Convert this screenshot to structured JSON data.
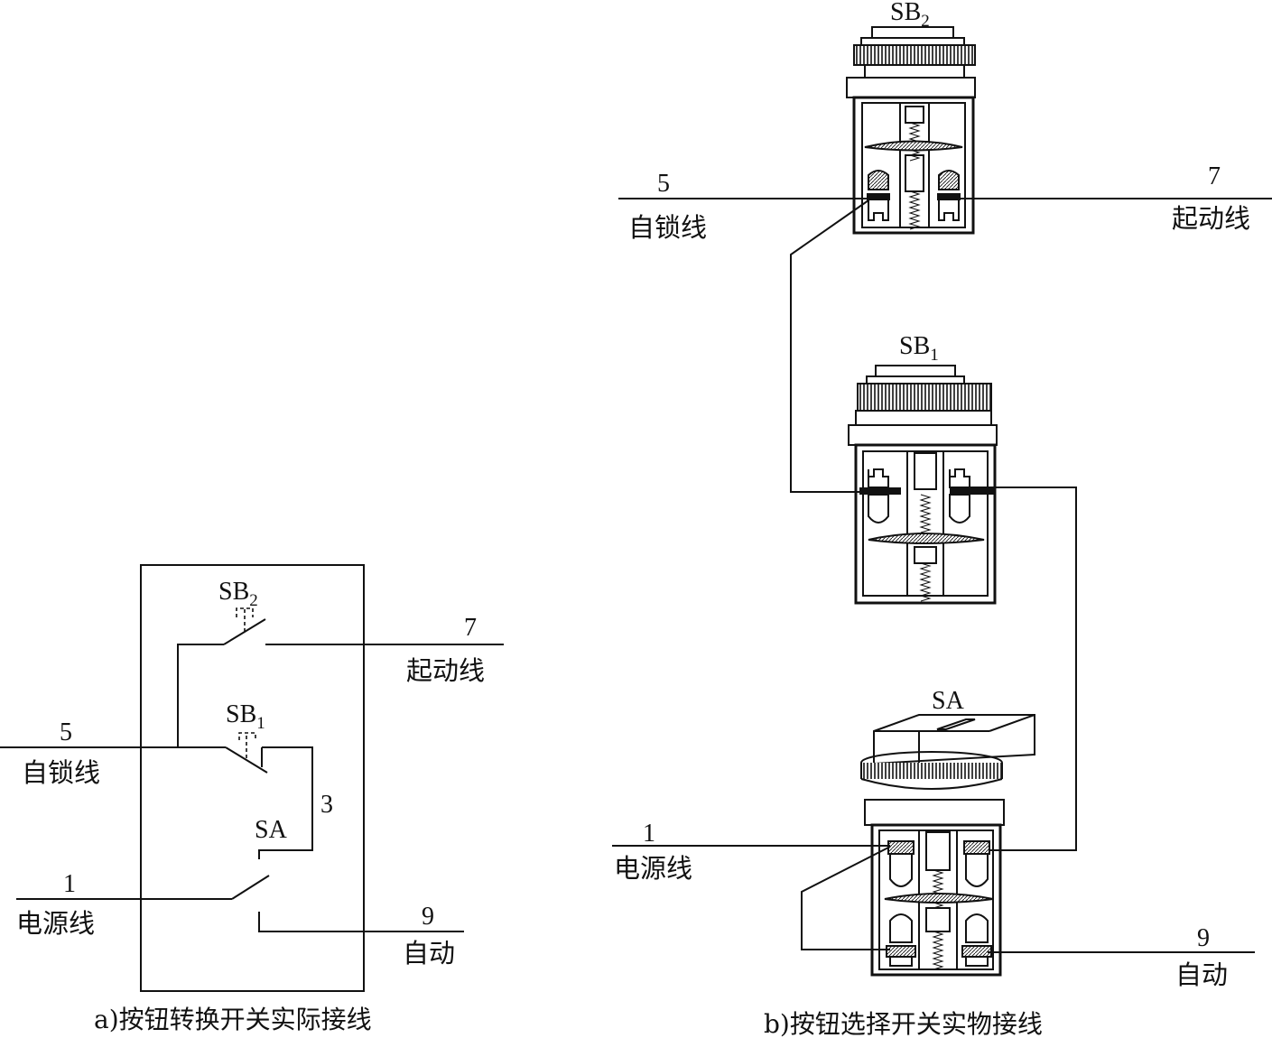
{
  "panel_a": {
    "caption": "a)按钮转换开关实际接线",
    "sb2": {
      "main": "SB",
      "sub": "2"
    },
    "sb1": {
      "main": "SB",
      "sub": "1"
    },
    "sa": "SA",
    "wire_7": {
      "num": "7",
      "label": "起动线"
    },
    "wire_5": {
      "num": "5",
      "label": "自锁线"
    },
    "wire_3": {
      "num": "3"
    },
    "wire_1": {
      "num": "1",
      "label": "电源线"
    },
    "wire_9": {
      "num": "9",
      "label": "自动"
    }
  },
  "panel_b": {
    "caption": "b)按钮选择开关实物接线",
    "sb2": {
      "main": "SB",
      "sub": "2"
    },
    "sb1": {
      "main": "SB",
      "sub": "1"
    },
    "sa": "SA",
    "wire_5": {
      "num": "5",
      "label": "自锁线"
    },
    "wire_7": {
      "num": "7",
      "label": "起动线"
    },
    "wire_1": {
      "num": "1",
      "label": "电源线"
    },
    "wire_9": {
      "num": "9",
      "label": "自动"
    }
  }
}
